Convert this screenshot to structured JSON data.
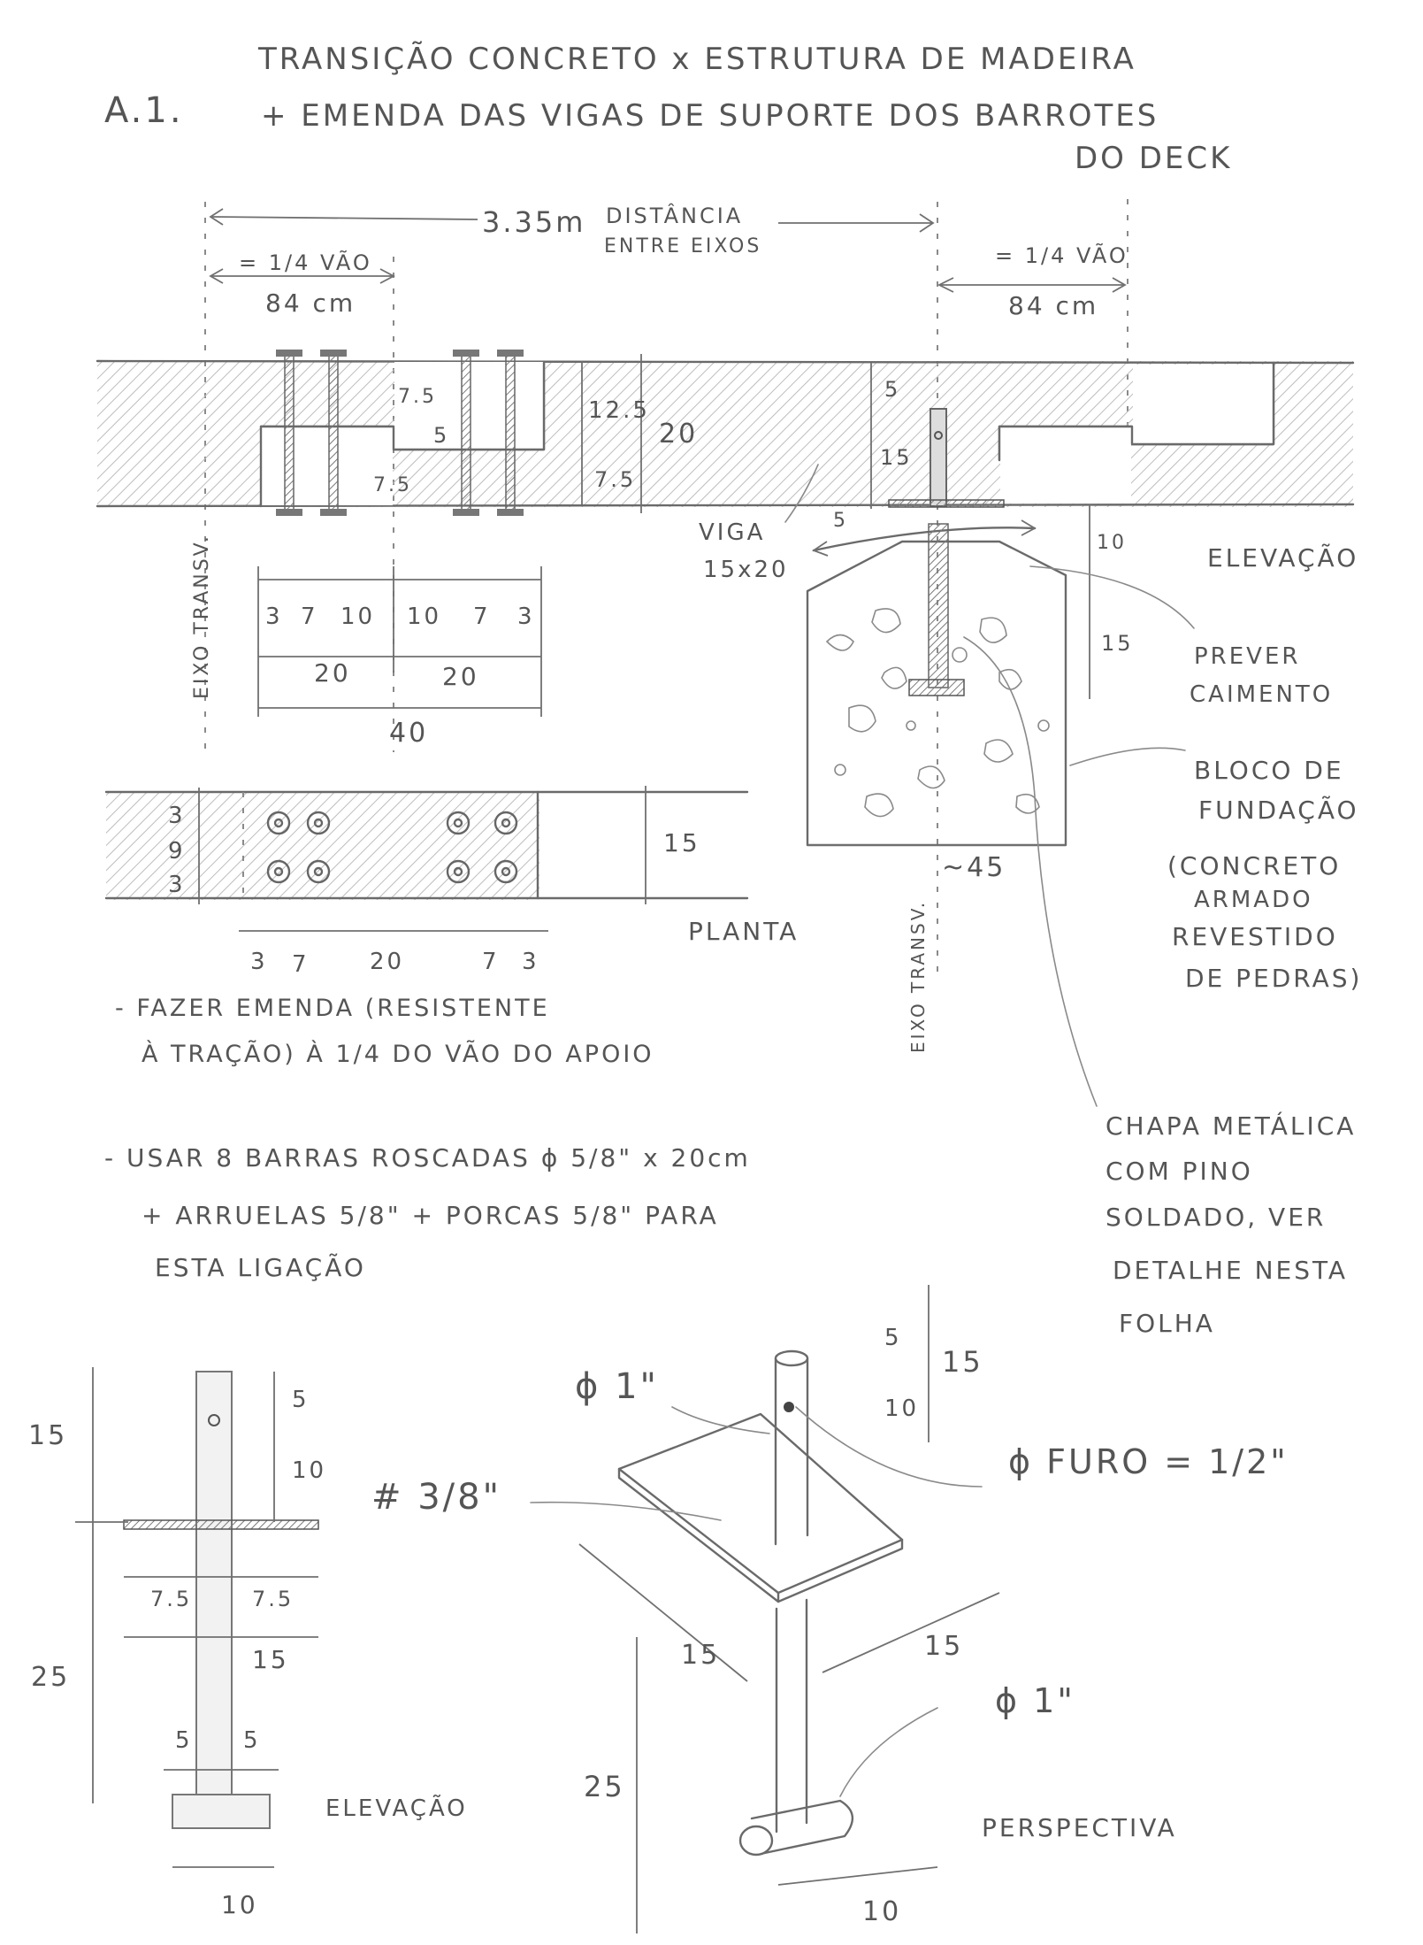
{
  "title": {
    "ref": "A.1.",
    "line1": "TRANSIÇÃO CONCRETO x ESTRUTURA DE MADEIRA",
    "line2": "+ EMENDA DAS VIGAS DE SUPORTE DOS BARROTES",
    "line3": "DO DECK"
  },
  "top_dims": {
    "span": "3.35m",
    "span_note_1": "DISTÂNCIA",
    "span_note_2": "ENTRE EIXOS",
    "quarter_left": "= 1/4 VÃO",
    "quarter_left_cm": "84 cm",
    "quarter_right": "= 1/4 VÃO",
    "quarter_right_cm": "84 cm"
  },
  "elevation": {
    "d75a": "7.5",
    "d5": "5",
    "d75b": "7.5",
    "d125": "12.5",
    "d75c": "7.5",
    "d20": "20",
    "d5top": "5",
    "d15": "15",
    "d5left": "5",
    "d10": "10",
    "d15b": "15",
    "beam": "VIGA",
    "beam_size": "15x20",
    "eixo": "EIXO TRANSV.",
    "label": "ELEVAÇÃO",
    "slope_1": "PREVER",
    "slope_2": "CAIMENTO",
    "width45": "~45",
    "bolts": [
      "3",
      "7",
      "10",
      "10",
      "7",
      "3"
    ],
    "halves": [
      "20",
      "20"
    ],
    "total": "40"
  },
  "foundation_note": [
    "BLOCO DE",
    "FUNDAÇÃO",
    "(CONCRETO",
    "ARMADO",
    "REVESTIDO",
    "DE PEDRAS)"
  ],
  "plan": {
    "rows": [
      "3",
      "9",
      "3"
    ],
    "height": "15",
    "dims": [
      "3",
      "7",
      "20",
      "7",
      "3"
    ],
    "label": "PLANTA",
    "eixo": "EIXO TRANSV."
  },
  "notes": {
    "n1_a": "- FAZER EMENDA (RESISTENTE",
    "n1_b": "À TRAÇÃO) À 1/4 DO VÃO DO APOIO",
    "n2_a": "- USAR 8 BARRAS ROSCADAS ϕ 5/8\" x 20cm",
    "n2_b": "+ ARRUELAS 5/8\" + PORCAS 5/8\" PARA",
    "n2_c": "ESTA LIGAÇÃO"
  },
  "plate_note": [
    "CHAPA METÁLICA",
    "COM PINO",
    "SOLDADO, VER",
    "DETALHE NESTA",
    "FOLHA"
  ],
  "detail_elevation": {
    "d15": "15",
    "d5": "5",
    "d10": "10",
    "d75a": "7.5",
    "d75b": "7.5",
    "d15w": "15",
    "d25": "25",
    "d5a": "5",
    "d5b": "5",
    "d10b": "10",
    "label": "ELEVAÇÃO"
  },
  "perspective": {
    "pin": "ϕ 1\"",
    "plate": "# 3/8\"",
    "hole": "ϕ FURO = 1/2\"",
    "d5": "5",
    "d15": "15",
    "d10": "10",
    "p15a": "15",
    "p15b": "15",
    "d25": "25",
    "pin2": "ϕ 1\"",
    "d10b": "10",
    "label": "PERSPECTIVA"
  }
}
